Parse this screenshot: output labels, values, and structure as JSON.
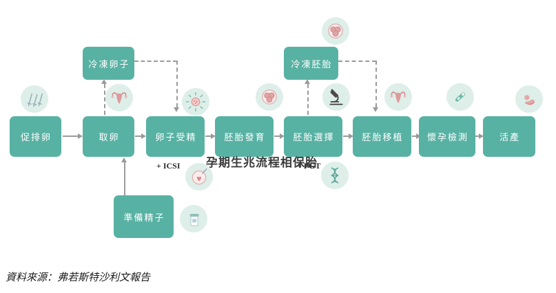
{
  "flow": {
    "steps": [
      {
        "id": "ovulation-induction",
        "label": "促排卵",
        "icon": "syringes-icon"
      },
      {
        "id": "egg-retrieval",
        "label": "取卵",
        "icon": "uterus-icon"
      },
      {
        "id": "egg-fertilization",
        "label": "卵子受精",
        "icon": "fertilized-egg-icon",
        "note": "+ ICSI"
      },
      {
        "id": "embryo-development",
        "label": "胚胎發育",
        "icon": "embryo-cells-icon"
      },
      {
        "id": "embryo-selection",
        "label": "胚胎選擇",
        "icon": "microscope-icon",
        "note": "+ PGT"
      },
      {
        "id": "embryo-transfer",
        "label": "胚胎移植",
        "icon": "uterus-icon"
      },
      {
        "id": "pregnancy-test",
        "label": "懷孕檢測",
        "icon": "pregnancy-test-icon"
      },
      {
        "id": "live-birth",
        "label": "活產",
        "icon": "baby-icon"
      }
    ],
    "side_nodes": [
      {
        "id": "frozen-eggs",
        "label": "冷凍卵子"
      },
      {
        "id": "frozen-embryos",
        "label": "冷凍胚胎",
        "icon": "embryo-cells-icon"
      },
      {
        "id": "sperm-preparation",
        "label": "準備精子",
        "icon": "specimen-cup-icon"
      }
    ]
  },
  "annotations": {
    "icsi": "+ ICSI",
    "pgt": "+ PGT",
    "watermark": "孕期生兆流程相保胎"
  },
  "source_note": "資料來源：弗若斯特沙利文報告",
  "icons": {
    "ovulation-induction": "syringes-icon",
    "egg-retrieval": "uterus-icon",
    "egg-fertilization": "fertilized-egg-icon",
    "embryo-development": "embryo-cells-icon",
    "embryo-selection": "microscope-icon",
    "embryo-transfer": "uterus-icon",
    "pregnancy-test": "pregnancy-test-icon",
    "live-birth": "baby-icon",
    "frozen-embryos": "embryo-cells-icon",
    "icsi": "icsi-injection-icon",
    "pgt": "dna-icon",
    "sperm-preparation": "specimen-cup-icon"
  },
  "colors": {
    "box_teal": "#58B2A4",
    "icon_circle_bg": "#DEEEE9",
    "arrow_gray": "#9A9A9A",
    "pink": "#D98C8C",
    "dark": "#4A4A4A"
  }
}
